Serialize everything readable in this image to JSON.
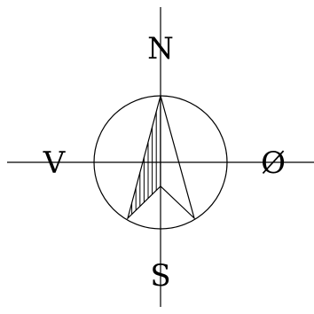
{
  "compass": {
    "labels": {
      "north": "N",
      "south": "S",
      "west": "V",
      "east": "Ø"
    },
    "colors": {
      "stroke": "#000000",
      "background": "#ffffff"
    }
  }
}
